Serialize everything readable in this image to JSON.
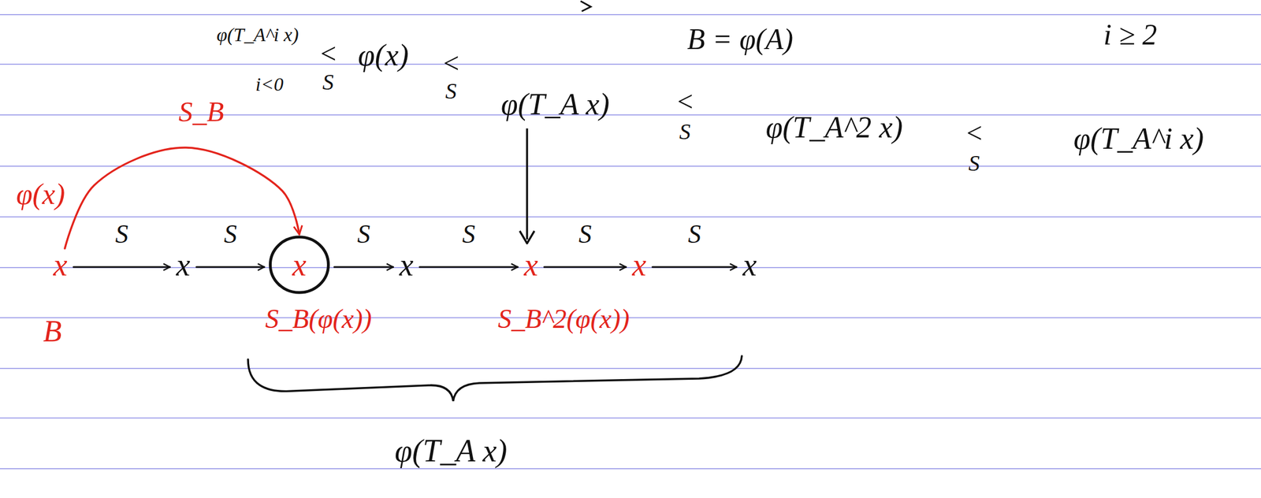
{
  "diagram": {
    "nodes": [
      {
        "text": [
          "x"
        ]
      },
      {
        "text": [
          "x"
        ]
      },
      {
        "text": [
          "x"
        ]
      },
      {
        "text": [
          "x"
        ]
      },
      {
        "text": [
          "x"
        ]
      },
      {
        "text": [
          "x"
        ]
      },
      {
        "text": [
          "x"
        ]
      }
    ],
    "edges": [
      {
        "from": 0,
        "to": 1,
        "label": "S",
        "arrow": "to"
      },
      {
        "from": 1,
        "to": 2,
        "label": "S",
        "arrow": "to"
      },
      {
        "from": 2,
        "to": 3,
        "label": "S",
        "arrow": "to"
      },
      {
        "from": 3,
        "to": 4,
        "label": "S",
        "arrow": "to"
      },
      {
        "from": 4,
        "to": 5,
        "label": "S",
        "arrow": "to"
      },
      {
        "from": 5,
        "to": 6,
        "label": "S",
        "arrow": "to"
      },
      {
        "from": 0,
        "to": 2,
        "label": "S_B",
        "arrow": "to"
      }
    ],
    "labels": [
      "φ(T_A^i x)",
      "i<0",
      "<",
      "S",
      "φ(x)",
      "<",
      "S",
      "φ(T_A x)",
      "B = φ(A)",
      "i ≥ 2",
      "<",
      "S",
      "φ(T_A^2 x)",
      "<",
      "S",
      "φ(T_A^i x)",
      "φ(x)",
      "B",
      "S_B(φ(x))",
      "S_B^2(φ(x))",
      "φ(T_A x)"
    ]
  }
}
